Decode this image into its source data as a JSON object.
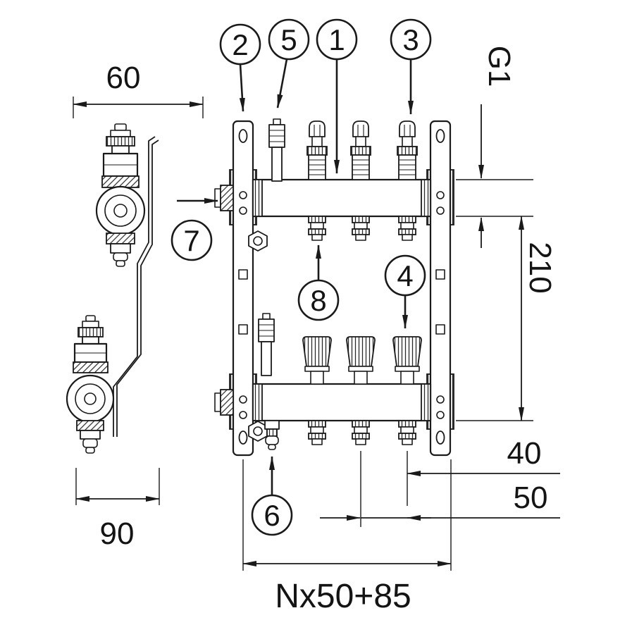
{
  "figure": {
    "callouts": {
      "n1": "1",
      "n2": "2",
      "n3": "3",
      "n4": "4",
      "n5": "5",
      "n6": "6",
      "n7": "7",
      "n8": "8"
    },
    "dimensions": {
      "side_width_top": "60",
      "side_width_bottom": "90",
      "connection_thread": "G1",
      "bar_axis_distance": "210",
      "end_offset": "40",
      "outlet_spacing": "50",
      "total_length_formula": "Nx50+85"
    }
  }
}
